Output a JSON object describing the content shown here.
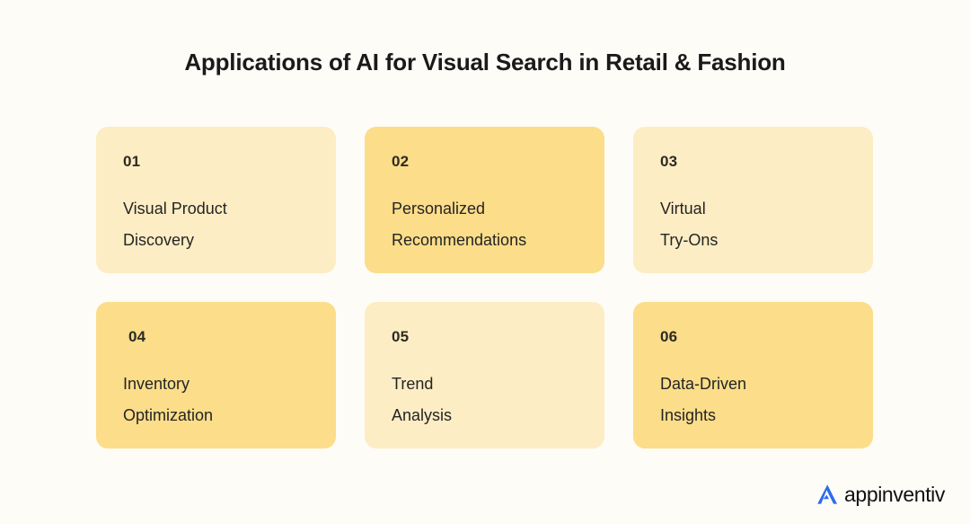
{
  "page": {
    "title": "Applications of AI for Visual Search in Retail & Fashion",
    "background_color": "#FEFCF7",
    "title_color": "#1A1A1A"
  },
  "palette": {
    "card_light": "#FDEDC4",
    "card_deep": "#FBDD8A",
    "text_dark": "#242424",
    "number_dark": "#2E2A22",
    "brand_blue": "#2B6CEC"
  },
  "cards": [
    {
      "number": "01",
      "label": "Visual Product\nDiscovery",
      "tone": "light"
    },
    {
      "number": "02",
      "label": "Personalized\nRecommendations",
      "tone": "deep"
    },
    {
      "number": "03",
      "label": "Virtual\nTry-Ons",
      "tone": "light"
    },
    {
      "number": "04",
      "label": "Inventory\nOptimization",
      "tone": "deep"
    },
    {
      "number": "05",
      "label": "Trend\nAnalysis",
      "tone": "light"
    },
    {
      "number": "06",
      "label": "Data-Driven\nInsights",
      "tone": "deep"
    }
  ],
  "brand": {
    "name": "appinventiv",
    "mark_icon": "appinventiv-a-mark-icon"
  }
}
